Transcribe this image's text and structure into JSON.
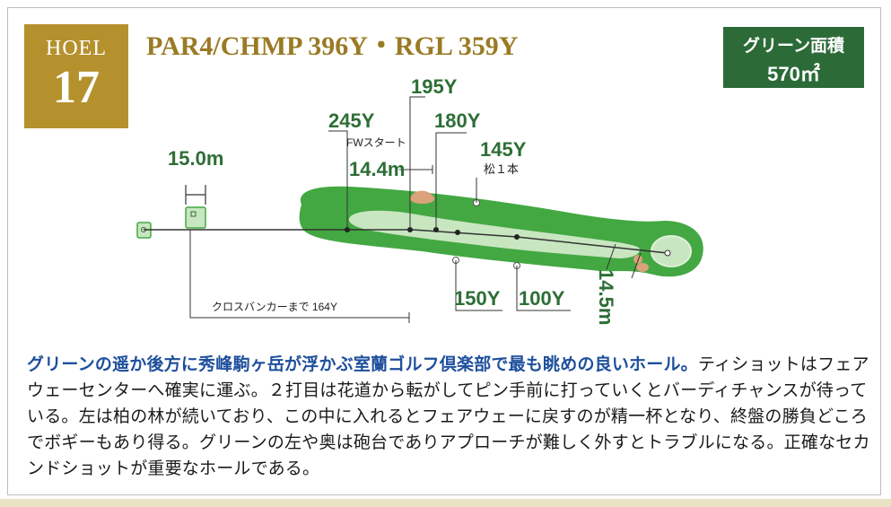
{
  "hole": {
    "label": "HOEL",
    "number": "17"
  },
  "par_title": "PAR4/CHMP 396Y・RGL 359Y",
  "green_area": {
    "label": "グリーン面積",
    "value": "570㎡"
  },
  "map_labels": {
    "tee_width": "15.0m",
    "d245": "245Y",
    "fw_start": "FWスタート",
    "d195": "195Y",
    "d180": "180Y",
    "d145": "145Y",
    "pine": "松１本",
    "fw_width": "14.4m",
    "green_depth": "14.5m",
    "d150": "150Y",
    "d100": "100Y",
    "cross_bunker": "クロスバンカーまで 164Y"
  },
  "description": {
    "highlight": "グリーンの遥か後方に秀峰駒ヶ岳が浮かぶ室蘭ゴルフ倶楽部で最も眺めの良いホール。",
    "rest": "ティショットはフェアウェーセンターへ確実に運ぶ。２打目は花道から転がしてピン手前に打っていくとバーディチャンスが待っている。左は柏の林が続いており、この中に入れるとフェアウェーに戻すのが精一杯となり、終盤の勝負どころでボギーもあり得る。グリーンの左や奥は砲台でありアプローチが難しく外すとトラブルになる。正確なセカンドショットが重要なホールである。"
  },
  "colors": {
    "gold": "#b5912d",
    "dark_green": "#2c6b38",
    "rough": "#43a842",
    "fairway": "#c8e6c0",
    "label_green": "#2d6e36",
    "highlight_blue": "#1e4f9c"
  }
}
